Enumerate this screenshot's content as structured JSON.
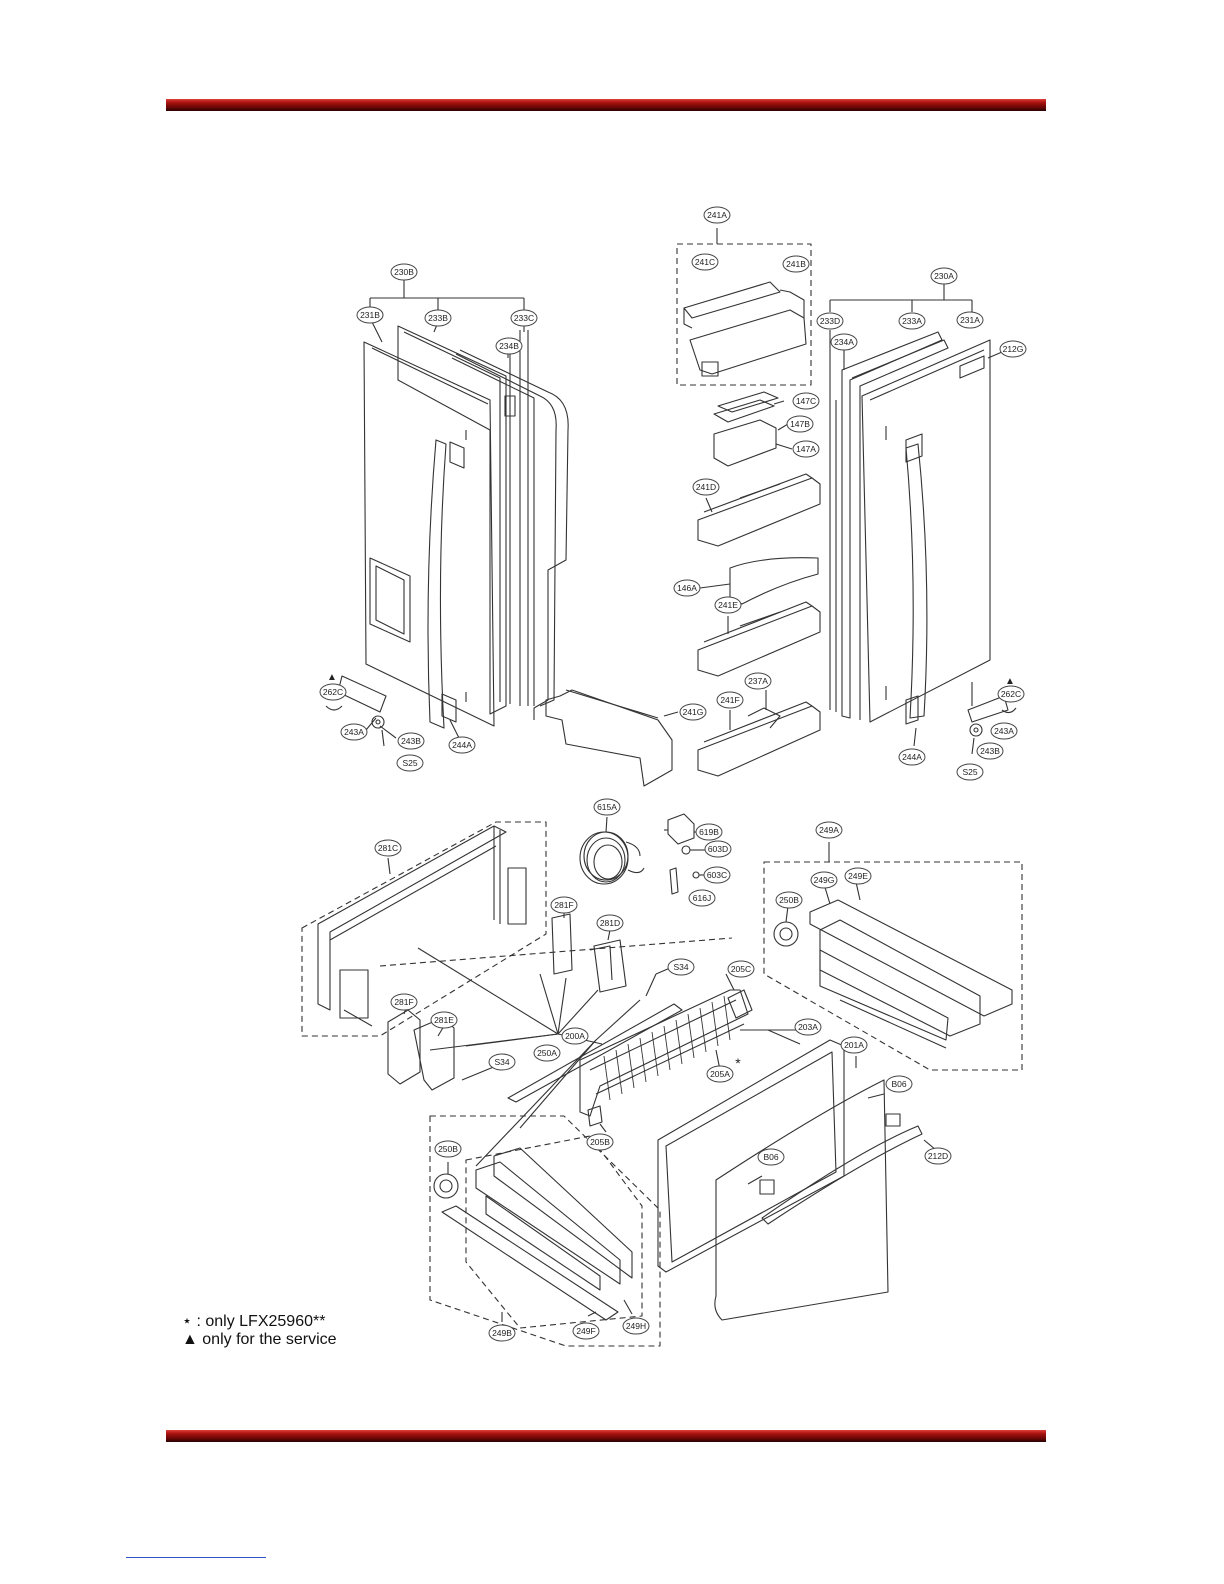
{
  "diagram": {
    "legend": {
      "star_note": "⋆ : only LFX25960**",
      "triangle_note": "▲ only for the service"
    },
    "service_marks": [
      "▲",
      "▲"
    ],
    "asterisk_mark": "*",
    "callouts": [
      "241A",
      "241C",
      "241B",
      "230B",
      "230A",
      "231B",
      "233B",
      "233C",
      "234B",
      "233D",
      "234A",
      "233A",
      "231A",
      "212G",
      "147C",
      "147B",
      "147A",
      "241D",
      "146A",
      "241E",
      "241F",
      "237A",
      "241G",
      "262C",
      "243A",
      "243B",
      "244A",
      "S25",
      "244A",
      "262C",
      "243A",
      "243B",
      "S25",
      "615A",
      "619B",
      "603D",
      "603C",
      "616J",
      "281C",
      "281F",
      "281D",
      "S34",
      "205C",
      "249A",
      "249G",
      "249E",
      "250B",
      "281F",
      "281E",
      "200A",
      "250A",
      "203A",
      "201A",
      "S34",
      "205A",
      "B06",
      "205B",
      "250B",
      "B06",
      "212D",
      "249B",
      "249F",
      "249H"
    ]
  },
  "colors": {
    "rule_dark": "#6a0605",
    "rule_light": "#e0403c",
    "line": "#333333"
  }
}
